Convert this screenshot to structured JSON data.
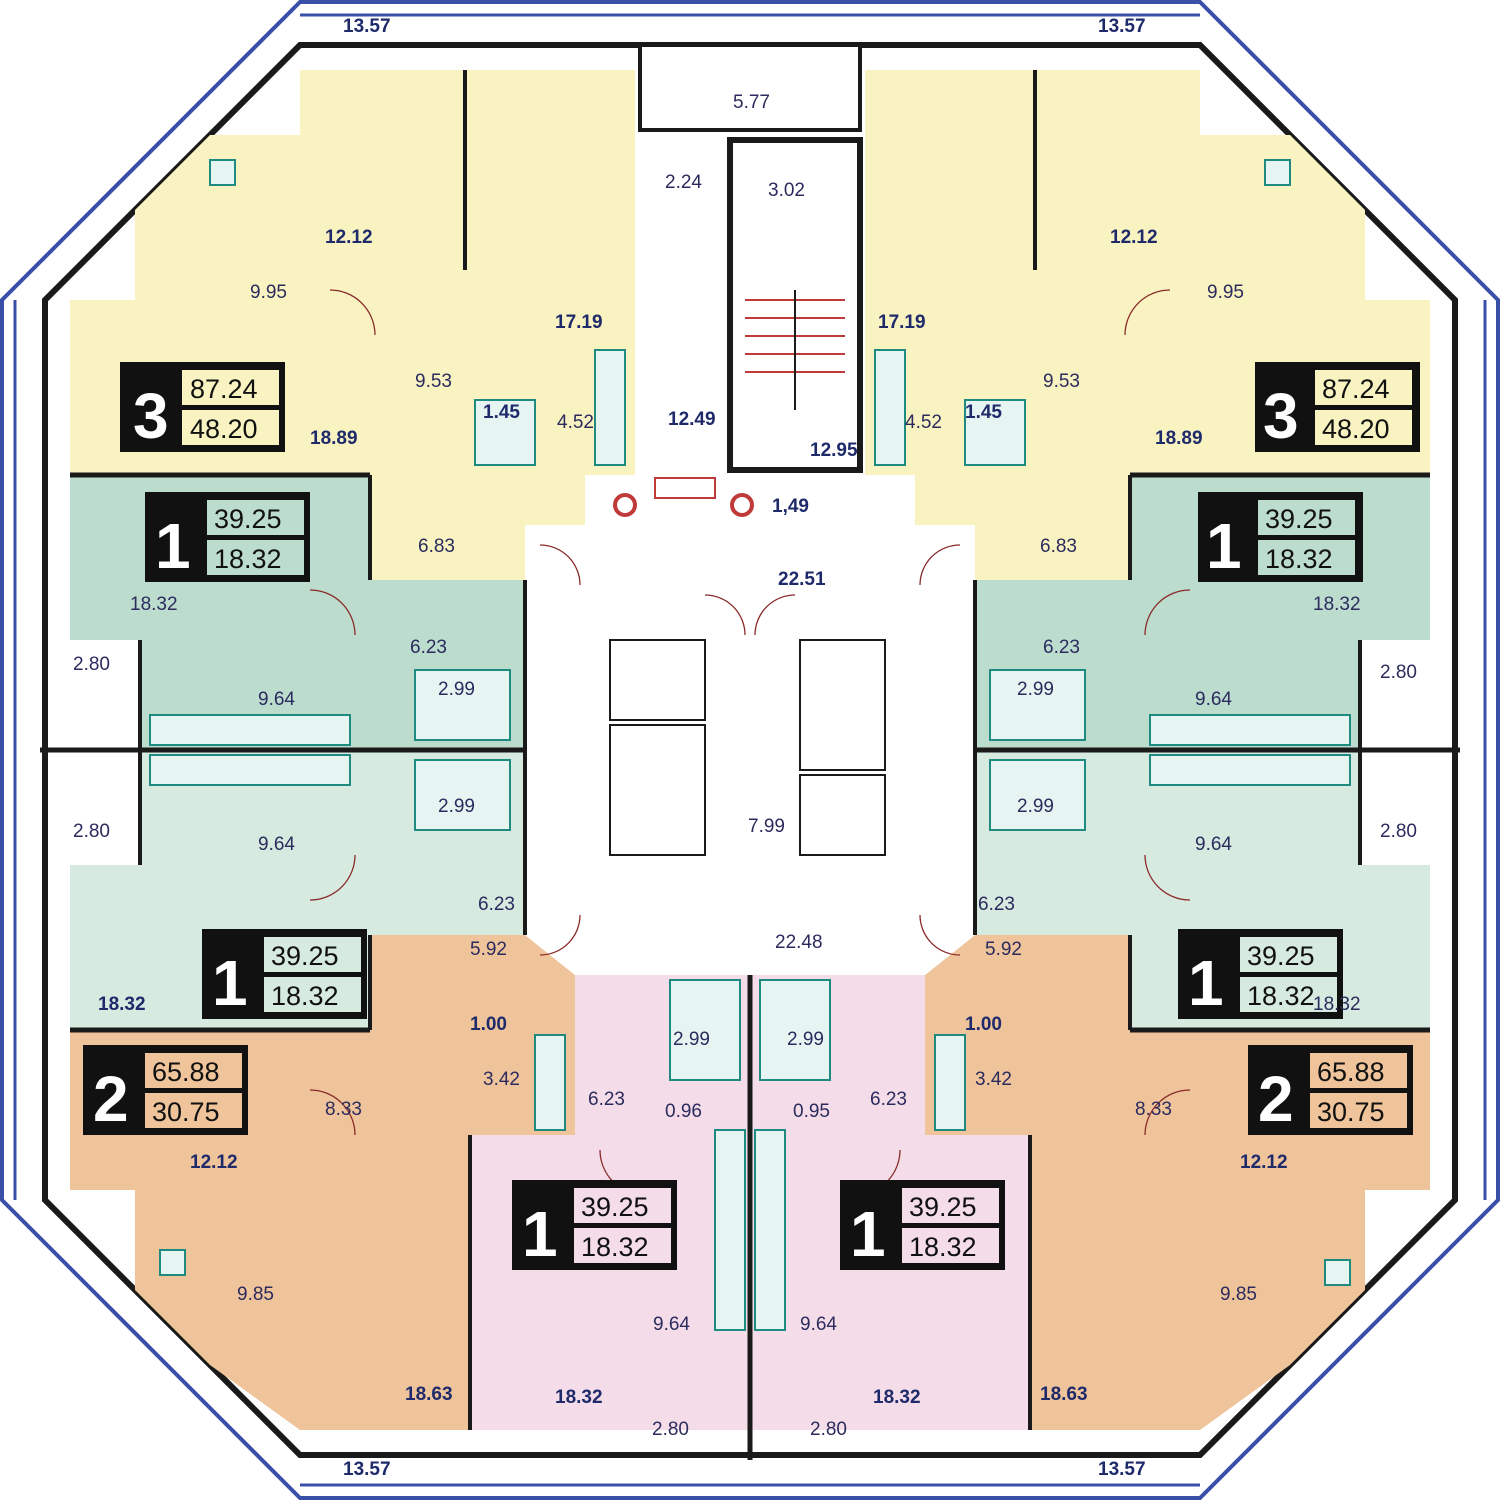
{
  "colors": {
    "three_room": "#f8f3c0",
    "one_room_a": "#bcdccd",
    "one_room_b": "#d6eadf",
    "two_room": "#efc49b",
    "one_room_pink": "#f4dde9",
    "corridor": "#ffffff",
    "balcony": "#ffffff"
  },
  "badges": [
    {
      "rooms": "3",
      "total": "87.24",
      "living": "48.20"
    },
    {
      "rooms": "3",
      "total": "87.24",
      "living": "48.20"
    },
    {
      "rooms": "1",
      "total": "39.25",
      "living": "18.32"
    },
    {
      "rooms": "1",
      "total": "39.25",
      "living": "18.32"
    },
    {
      "rooms": "1",
      "total": "39.25",
      "living": "18.32"
    },
    {
      "rooms": "1",
      "total": "39.25",
      "living": "18.32"
    },
    {
      "rooms": "2",
      "total": "65.88",
      "living": "30.75"
    },
    {
      "rooms": "2",
      "total": "65.88",
      "living": "30.75"
    },
    {
      "rooms": "1",
      "total": "39.25",
      "living": "18.32"
    },
    {
      "rooms": "1",
      "total": "39.25",
      "living": "18.32"
    }
  ],
  "areas": [
    "13.57",
    "13.57",
    "13.57",
    "13.57",
    "5.77",
    "2.24",
    "3.02",
    "12.12",
    "12.12",
    "9.95",
    "9.95",
    "17.19",
    "17.19",
    "9.53",
    "9.53",
    "18.89",
    "18.89",
    "1.45",
    "1.45",
    "4.52",
    "4.52",
    "12.49",
    "12.95",
    "1,49",
    "6.83",
    "6.83",
    "22.51",
    "18.32",
    "18.32",
    "6.23",
    "6.23",
    "2.80",
    "2.80",
    "9.64",
    "9.64",
    "2.99",
    "2.99",
    "2.80",
    "2.80",
    "2.99",
    "2.99",
    "9.64",
    "9.64",
    "7.99",
    "6.23",
    "6.23",
    "5.92",
    "5.92",
    "22.48",
    "18.32",
    "18.32",
    "1.00",
    "1.00",
    "2.99",
    "2.99",
    "3.42",
    "3.42",
    "8.33",
    "8.33",
    "6.23",
    "6.23",
    "0.96",
    "0.95",
    "12.12",
    "12.12",
    "9.85",
    "9.85",
    "9.64",
    "9.64",
    "18.63",
    "18.32",
    "18.32",
    "18.63",
    "2.80",
    "2.80"
  ]
}
